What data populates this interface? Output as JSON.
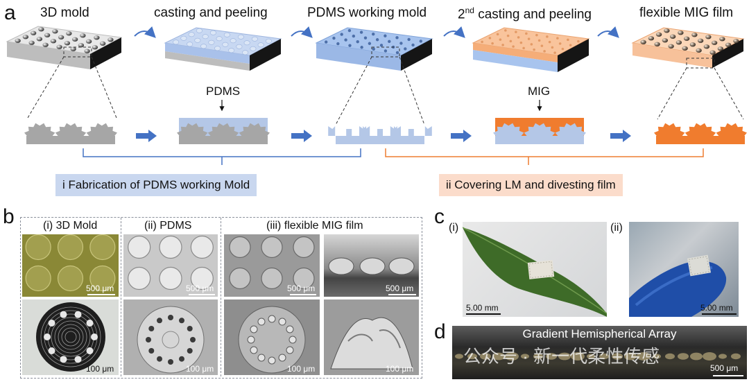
{
  "panel_a": {
    "letter": "a",
    "steps": [
      {
        "title": "3D mold"
      },
      {
        "title": "casting and peeling"
      },
      {
        "title": "PDMS working mold"
      },
      {
        "title_sup": "nd",
        "title_pre": "2",
        "title_post": "casting and peeling"
      },
      {
        "title": "flexible MIG film"
      }
    ],
    "labels": {
      "pdms": "PDMS",
      "mig": "MIG"
    },
    "brackets": [
      {
        "label": "i Fabrication of PDMS working Mold",
        "color": "#4472c4",
        "bg": "#c9d7ef"
      },
      {
        "label": "ii Covering LM and divesting film",
        "color": "#ed7d31",
        "bg": "#fbdccb"
      }
    ],
    "colors": {
      "gray": "#a6a6a6",
      "pdms": "#b4c7e7",
      "mig": "#f07c2e",
      "arrow": "#4472c4"
    }
  },
  "panel_b": {
    "letter": "b",
    "columns": [
      "(i) 3D Mold",
      "(ii) PDMS",
      "(iii) flexible MIG film"
    ],
    "scales_top": [
      "500 μm",
      "500 μm",
      "500 μm",
      "500 μm"
    ],
    "scales_bottom": [
      "100 μm",
      "100 μm",
      "100 μm",
      "100 μm"
    ]
  },
  "panel_c": {
    "letter": "c",
    "sub": [
      "(i)",
      "(ii)"
    ],
    "scales": [
      "5.00 mm",
      "5.00 mm"
    ]
  },
  "panel_d": {
    "letter": "d",
    "caption": "Gradient Hemispherical Array",
    "watermark": "公众号 · 新一代柔性传感",
    "scale": "500 μm"
  }
}
